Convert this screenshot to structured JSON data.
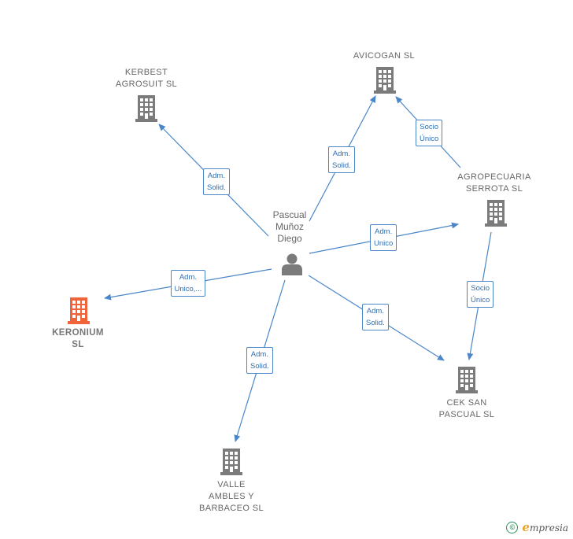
{
  "person": {
    "name": "Pascual\nMuñoz\nDiego",
    "icon": "person-icon"
  },
  "companies": [
    {
      "id": "kerbest",
      "name": "KERBEST\nAGROSUIT  SL",
      "highlight": false
    },
    {
      "id": "avicogan",
      "name": "AVICOGAN  SL",
      "highlight": false
    },
    {
      "id": "agropecuaria",
      "name": "AGROPECUARIA\nSERROTA SL",
      "highlight": false
    },
    {
      "id": "keronium",
      "name": "KERONIUM\nSL",
      "highlight": true
    },
    {
      "id": "cek",
      "name": "CEK SAN\nPASCUAL  SL",
      "highlight": false
    },
    {
      "id": "valle",
      "name": "VALLE\nAMBLES Y\nBARBACEO SL",
      "highlight": false
    }
  ],
  "edges": [
    {
      "from": "person",
      "to": "kerbest",
      "label": "Adm.\nSolid."
    },
    {
      "from": "person",
      "to": "avicogan",
      "label": "Adm.\nSolid."
    },
    {
      "from": "person",
      "to": "agropecuaria",
      "label": "Adm.\nUnico"
    },
    {
      "from": "person",
      "to": "keronium",
      "label": "Adm.\nUnico,..."
    },
    {
      "from": "person",
      "to": "cek",
      "label": "Adm.\nSolid."
    },
    {
      "from": "person",
      "to": "valle",
      "label": "Adm.\nSolid."
    },
    {
      "from": "agropecuaria",
      "to": "avicogan",
      "label": "Socio\nÚnico"
    },
    {
      "from": "agropecuaria",
      "to": "cek",
      "label": "Socio\nÚnico"
    }
  ],
  "colors": {
    "edge": "#4a86c8",
    "building": "#7b7b7b",
    "highlight": "#f0643a",
    "person": "#7b7b7b"
  },
  "footer": {
    "copyright": "©",
    "brand_initial": "e",
    "brand_rest": "mpresia"
  }
}
